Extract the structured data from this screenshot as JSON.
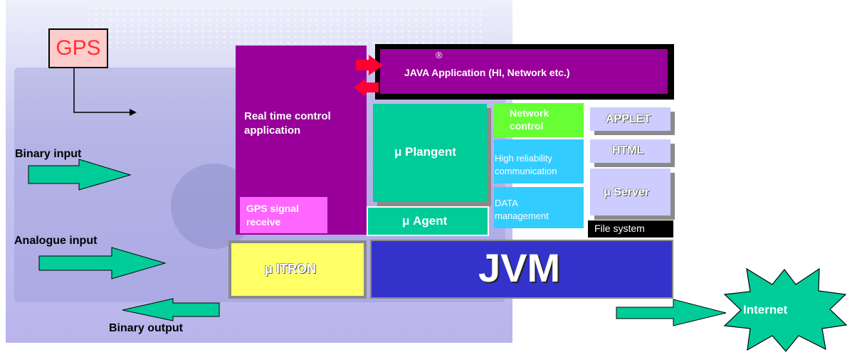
{
  "gps": {
    "label": "GPS"
  },
  "inputs": {
    "binary_input": "Binary input",
    "analogue_input": "Analogue input",
    "binary_output": "Binary output"
  },
  "realtime": {
    "label": "Real time control application"
  },
  "gps_signal": {
    "label": "GPS signal receive"
  },
  "java_app": {
    "reg": "®",
    "label": "JAVA Application (HI, Network etc.)"
  },
  "plangent": {
    "label": "μ Plangent"
  },
  "network_control": {
    "label": "Network control"
  },
  "high_reliability": {
    "label": "High reliability communication"
  },
  "data_management": {
    "label": "DATA management"
  },
  "applet": {
    "label": "APPLET"
  },
  "html": {
    "label": "HTML"
  },
  "server": {
    "label": "μ Server"
  },
  "file_system": {
    "label": "File system"
  },
  "agent": {
    "label": "μ Agent"
  },
  "itron": {
    "label": "μ ITRON"
  },
  "jvm": {
    "label": "JVM"
  },
  "internet": {
    "label": "Internet"
  },
  "colors": {
    "purple": "#990099",
    "green": "#00cc99",
    "lime": "#66ff33",
    "cyan": "#33ccff",
    "lavender": "#ccccff",
    "yellow": "#ffff66",
    "blue": "#3333cc",
    "pink": "#ff66ff",
    "gps_fill": "#ffcccc",
    "gps_text": "#ff3333",
    "red_arrow": "#ff0033"
  }
}
